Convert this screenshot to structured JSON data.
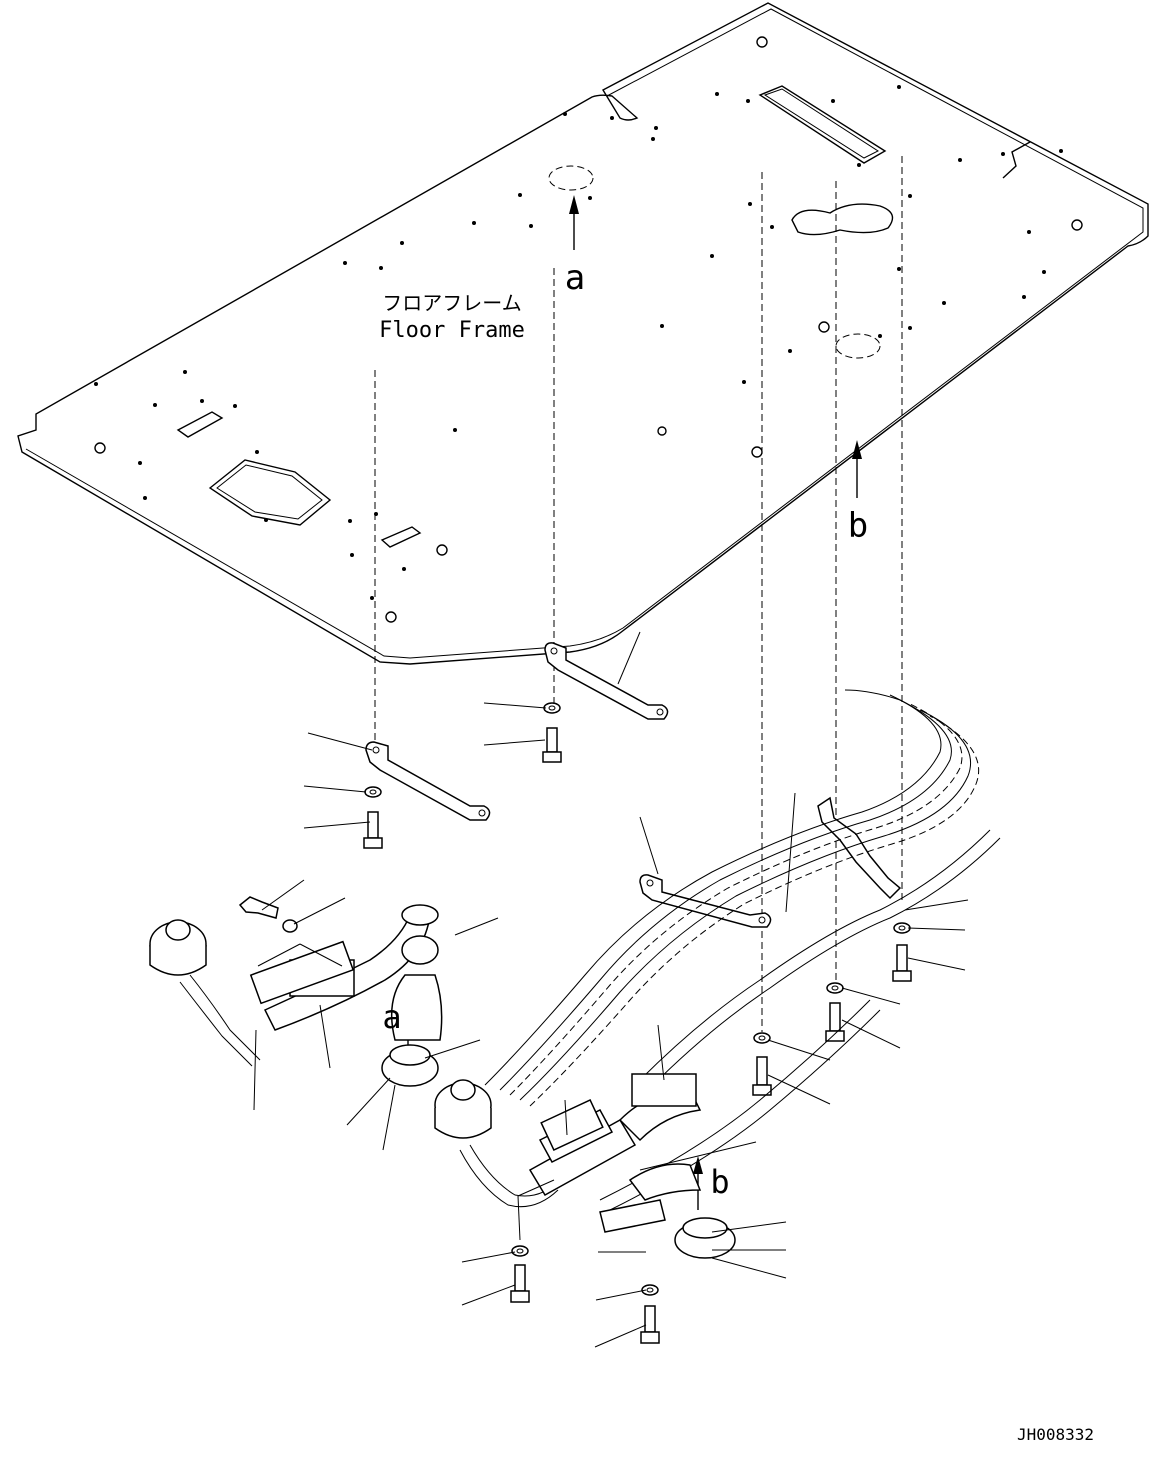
{
  "floor_label": {
    "japanese": "フロアフレーム",
    "english": "Floor Frame"
  },
  "markers": {
    "a": "a",
    "b": "b"
  },
  "drawing_code": "JH008332"
}
